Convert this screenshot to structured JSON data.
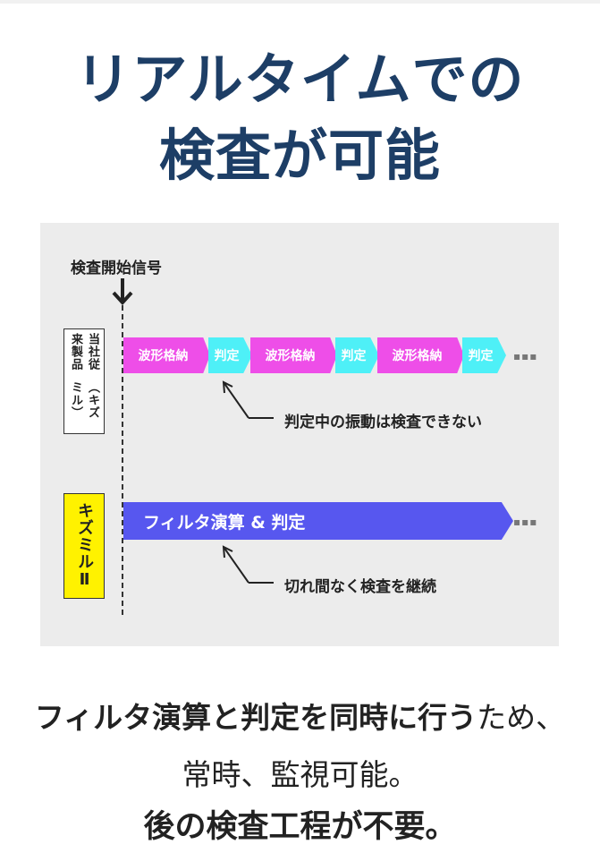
{
  "headline": {
    "line1": "リアルタイムでの",
    "line2": "検査が可能"
  },
  "diagram": {
    "start_label": "検査開始信号",
    "old_product_label": {
      "line1": "当社従来製品",
      "line2": "（キズミル）"
    },
    "new_product_label": "キズミルⅡ",
    "old_sequence": [
      {
        "label": "波形格納",
        "kind": "wave"
      },
      {
        "label": "判定",
        "kind": "judge"
      },
      {
        "label": "波形格納",
        "kind": "wave"
      },
      {
        "label": "判定",
        "kind": "judge"
      },
      {
        "label": "波形格納",
        "kind": "wave"
      },
      {
        "label": "判定",
        "kind": "judge"
      }
    ],
    "continuation": "▪▪▪",
    "old_note": "判定中の振動は検査できない",
    "new_bar_label": "フィルタ演算 & 判定",
    "new_note": "切れ間なく検査を継続",
    "colors": {
      "wave": "#ee4ee8",
      "judge": "#4ef0f7",
      "new_bar": "#5757ef",
      "new_label_bg": "#fff200"
    }
  },
  "footer": {
    "line1_bold": "フィルタ演算と判定を同時に行う",
    "line1_rest": "ため、",
    "line2": "常時、監視可能。",
    "line3": "後の検査工程が不要。"
  }
}
